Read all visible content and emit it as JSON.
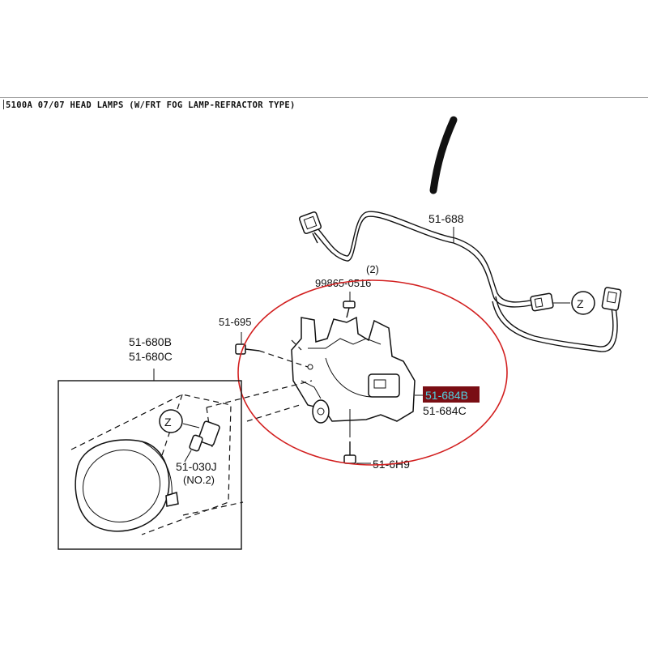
{
  "header": {
    "title": "5100A 07/07 HEAD LAMPS (W/FRT FOG LAMP-REFRACTOR TYPE)"
  },
  "colors": {
    "highlight_circle": "#d21f1f",
    "highlight_label_bg": "#7a0e14",
    "highlight_label_text": "#4fd1e0"
  },
  "parts": {
    "harness": {
      "number": "51-688"
    },
    "bolt_top": {
      "number": "99865-0516",
      "qty": "(2)"
    },
    "screw_left": {
      "number": "51-695"
    },
    "lamp_assembly": {
      "number_1": "51-680B",
      "number_2": "51-680C"
    },
    "bracket": {
      "number_1": "51-684B",
      "number_2": "51-684C"
    },
    "bolt_bottom": {
      "number": "51-6H9"
    },
    "bulb": {
      "number": "51-030J",
      "qty": "(NO.2)"
    },
    "connector_ref_right": {
      "letter": "Z"
    },
    "connector_ref_lamp": {
      "letter": "Z"
    }
  }
}
